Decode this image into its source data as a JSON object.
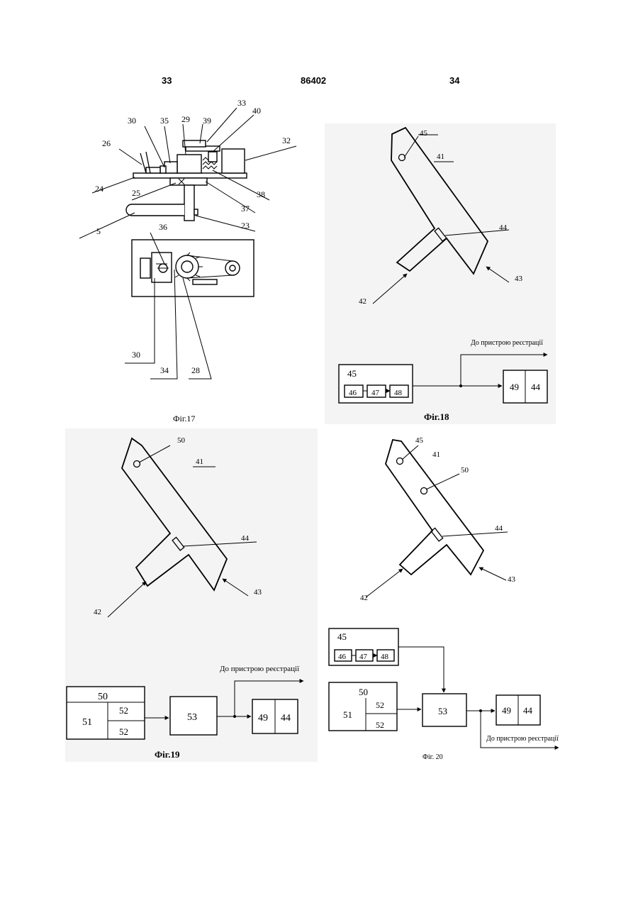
{
  "header": {
    "left": "33",
    "center": "86402",
    "right": "34"
  },
  "fig17": {
    "caption": "Фіг.17",
    "labels": [
      "33",
      "35",
      "29",
      "39",
      "40",
      "30",
      "26",
      "32",
      "24",
      "25",
      "38",
      "37",
      "5",
      "23",
      "36",
      "30",
      "34",
      "28"
    ]
  },
  "fig18": {
    "caption": "Фіг.18",
    "labels": [
      "45",
      "41",
      "44",
      "43",
      "42"
    ],
    "block": {
      "title": "45",
      "sub": [
        "46",
        "47",
        "48"
      ]
    },
    "target": [
      "49",
      "44"
    ],
    "arrow_note": "До пристрою реєстрації"
  },
  "fig19": {
    "caption": "Фіг.19",
    "labels": [
      "50",
      "41",
      "44",
      "43",
      "42"
    ],
    "block": {
      "title": "50",
      "left": "51",
      "right": [
        "52",
        "52"
      ]
    },
    "processor": "53",
    "target": [
      "49",
      "44"
    ],
    "arrow_note": "До пристрою реєстрації"
  },
  "fig20": {
    "caption": "Фіг. 20",
    "labels": [
      "45",
      "41",
      "50",
      "44",
      "43",
      "42"
    ],
    "block_top": {
      "title": "45",
      "sub": [
        "46",
        "47",
        "48"
      ]
    },
    "block_bottom": {
      "title": "50",
      "left": "51",
      "right": [
        "52",
        "52"
      ]
    },
    "processor": "53",
    "target": [
      "49",
      "44"
    ],
    "arrow_note": "До пристрою реєстрації"
  }
}
